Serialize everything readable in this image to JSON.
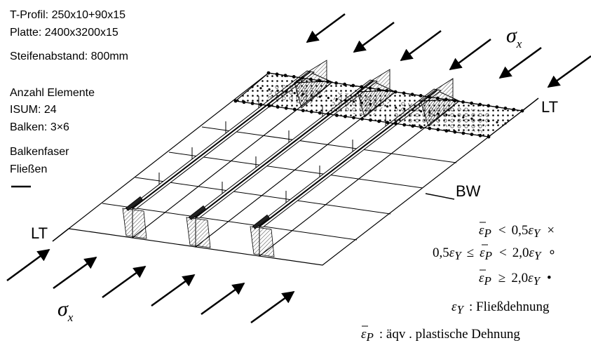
{
  "parameters": {
    "profile": "T-Profil: 250x10+90x15",
    "plate": "Platte: 2400x3200x15",
    "spacing": "Steifenabstand: 800mm"
  },
  "elements": {
    "heading": "Anzahl Elemente",
    "isum": "ISUM: 24",
    "beams": "Balken: 3×6"
  },
  "fiber_legend": {
    "line1": "Balkenfaser",
    "line2": "Fließen"
  },
  "labels": {
    "lt_top": "LT",
    "lt_bottom": "LT",
    "bw": "BW",
    "sigma": "σ",
    "sigma_sub": "x"
  },
  "strain_legend": {
    "eps": "ε",
    "sub_p": "P",
    "sub_y": "Y",
    "row1_op": "<",
    "row1_val": "0,5",
    "row1_mark": "×",
    "row2_val": "0,5",
    "row2_op1": "≤",
    "row2_op2": "<",
    "row2_val2": "2,0",
    "row2_mark": "∘",
    "row3_op": "≥",
    "row3_val": "2,0",
    "row3_mark": "•",
    "def_y": ": Fließdehnung",
    "def_p": ": äqv . plastische Dehnung"
  }
}
